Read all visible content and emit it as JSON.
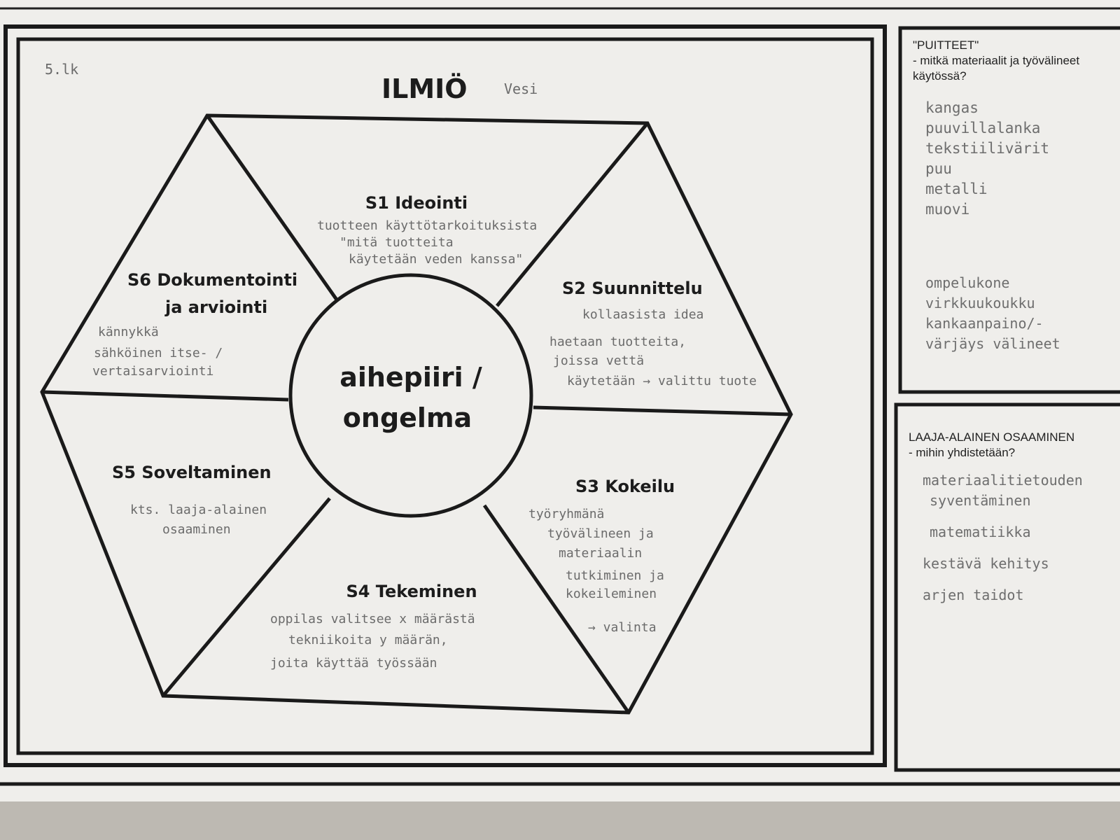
{
  "corner_note": "5.lk",
  "header": {
    "title": "ILMIÖ",
    "topic": "Vesi"
  },
  "center": {
    "line1": "aihepiiri /",
    "line2": "ongelma"
  },
  "segments": {
    "s1": {
      "title": "S1 Ideointi",
      "notes": [
        "tuotteen käyttötarkoituksista",
        "\"mitä tuotteita",
        "käytetään veden kanssa\""
      ]
    },
    "s2": {
      "title": "S2 Suunnittelu",
      "notes": [
        "kollaasista idea",
        "haetaan tuotteita,",
        "joissa vettä",
        "käytetään → valittu tuote"
      ]
    },
    "s3": {
      "title": "S3 Kokeilu",
      "notes": [
        "työryhmänä",
        "työvälineen ja",
        "materiaalin",
        "tutkiminen ja",
        "kokeileminen",
        "→ valinta"
      ]
    },
    "s4": {
      "title": "S4 Tekeminen",
      "notes": [
        "oppilas valitsee x määrästä",
        "tekniikoita y määrän,",
        "joita käyttää työssään"
      ]
    },
    "s5": {
      "title": "S5 Soveltaminen",
      "notes": [
        "kts. laaja-alainen",
        "osaaminen"
      ]
    },
    "s6": {
      "title_line1": "S6 Dokumentointi",
      "title_line2": "ja arviointi",
      "notes": [
        "kännykkä",
        "sähköinen itse- /",
        "vertaisarviointi"
      ]
    }
  },
  "puitteet": {
    "title": "\"PUITTEET\"",
    "question": "- mitkä materiaalit ja työvälineet käytössä?",
    "materials": [
      "kangas",
      "puuvillalanka",
      "tekstiilivärit",
      "puu",
      "metalli",
      "muovi"
    ],
    "tools": [
      "ompelukone",
      "virkkuukoukku",
      "kankaanpaino/-",
      "värjäys välineet"
    ]
  },
  "laaja": {
    "title": "LAAJA-ALAINEN OSAAMINEN",
    "question": "- mihin yhdistetään?",
    "items": [
      "materiaalitietouden",
      "syventäminen",
      "matematiikka",
      "kestävä kehitys",
      "arjen taidot"
    ]
  }
}
